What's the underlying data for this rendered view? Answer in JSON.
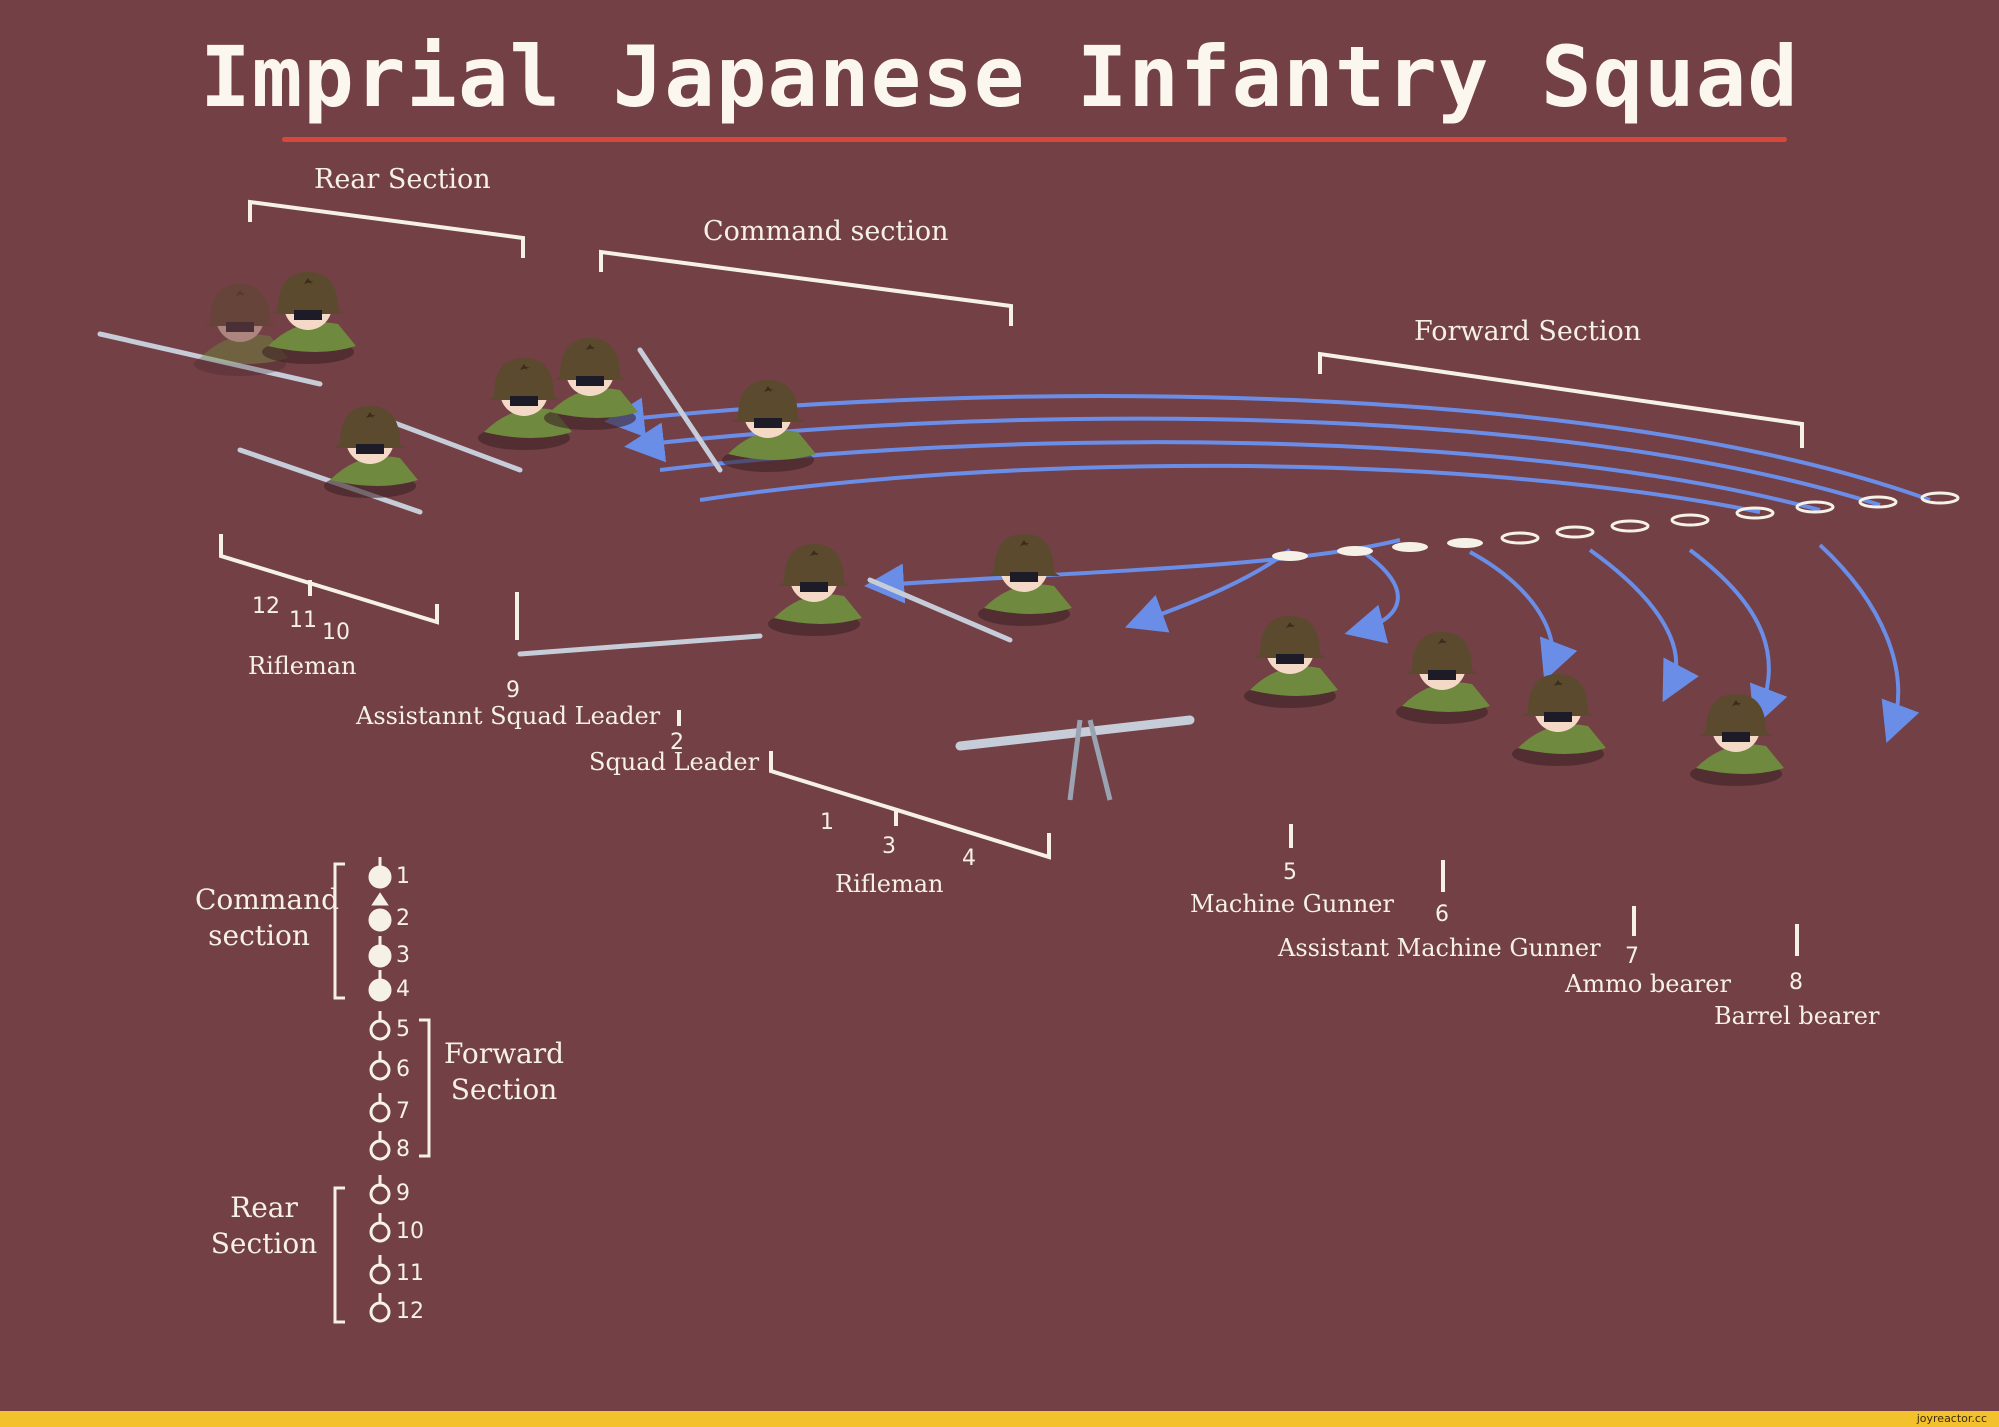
{
  "title": "Imprial Japanese Infantry Squad",
  "sections": {
    "rear": "Rear Section",
    "command": "Command section",
    "forward": "Forward Section"
  },
  "roles": {
    "rifleman_rear": "Rifleman",
    "assistant_squad_leader": "Assistannt Squad Leader",
    "squad_leader": "Squad Leader",
    "rifleman_command": "Rifleman",
    "machine_gunner": "Machine Gunner",
    "assistant_machine_gunner": "Assistant Machine Gunner",
    "ammo_bearer": "Ammo bearer",
    "barrel_bearer": "Barrel bearer"
  },
  "numbers": {
    "n1": "1",
    "n2": "2",
    "n3": "3",
    "n4": "4",
    "n5": "5",
    "n6": "6",
    "n7": "7",
    "n8": "8",
    "n9": "9",
    "n10": "10",
    "n11": "11",
    "n12": "12"
  },
  "legend": {
    "command_line1": "Command",
    "command_line2": "section",
    "forward_line1": "Forward",
    "forward_line2": "Section",
    "rear_line1": "Rear",
    "rear_line2": "Section",
    "items": [
      "1",
      "2",
      "3",
      "4",
      "5",
      "6",
      "7",
      "8",
      "9",
      "10",
      "11",
      "12"
    ]
  },
  "watermark": "joyreactor.cc",
  "colors": {
    "background": "#724045",
    "title_underline": "#d8473c",
    "movement_arrows": "#6a8ee8",
    "uniform": "#6f8a3e",
    "helmet": "#5b4a2e",
    "bottom_bar": "#f3c12c"
  }
}
